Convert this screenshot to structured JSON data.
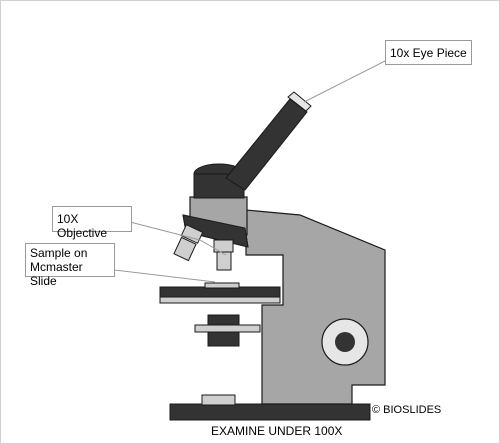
{
  "labels": {
    "eyepiece": "10x Eye Piece",
    "objective": "10X Objective",
    "sample_line1": "Sample on",
    "sample_line2": "Mcmaster Slide"
  },
  "footer": {
    "copyright": "© BIOSLIDES",
    "caption": "EXAMINE UNDER 100X"
  },
  "colors": {
    "body_gray": "#a6a6a6",
    "dark": "#333333",
    "light_gray": "#cfcfcf",
    "outline": "#1a1a1a"
  }
}
